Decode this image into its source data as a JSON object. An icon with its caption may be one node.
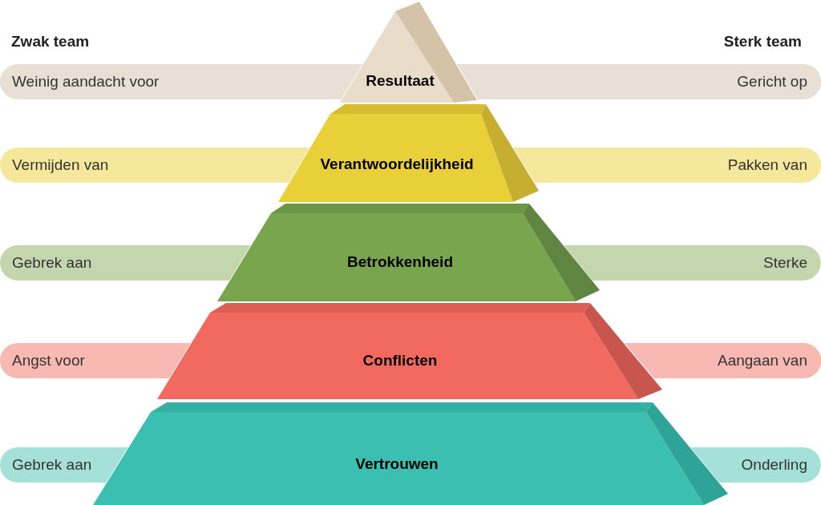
{
  "diagram": {
    "nodes": [
      {
        "text": [
          "Weinig aandacht voor"
        ]
      },
      {
        "text": [
          "Resultaat"
        ]
      },
      {
        "text": [
          "Gericht op"
        ]
      },
      {
        "text": [
          "Vermijden van"
        ]
      },
      {
        "text": [
          "Verantwoordelijkheid"
        ]
      },
      {
        "text": [
          "Pakken van"
        ]
      },
      {
        "text": [
          "Gebrek aan"
        ]
      },
      {
        "text": [
          "Betrokkenheid"
        ]
      },
      {
        "text": [
          "Sterke"
        ]
      },
      {
        "text": [
          "Angst voor"
        ]
      },
      {
        "text": [
          "Conflicten"
        ]
      },
      {
        "text": [
          "Aangaan van"
        ]
      },
      {
        "text": [
          "Gebrek aan"
        ]
      },
      {
        "text": [
          "Vertrouwen"
        ]
      },
      {
        "text": [
          "Onderling"
        ]
      }
    ],
    "labels": [
      "Zwak team",
      "Sterk team"
    ]
  }
}
